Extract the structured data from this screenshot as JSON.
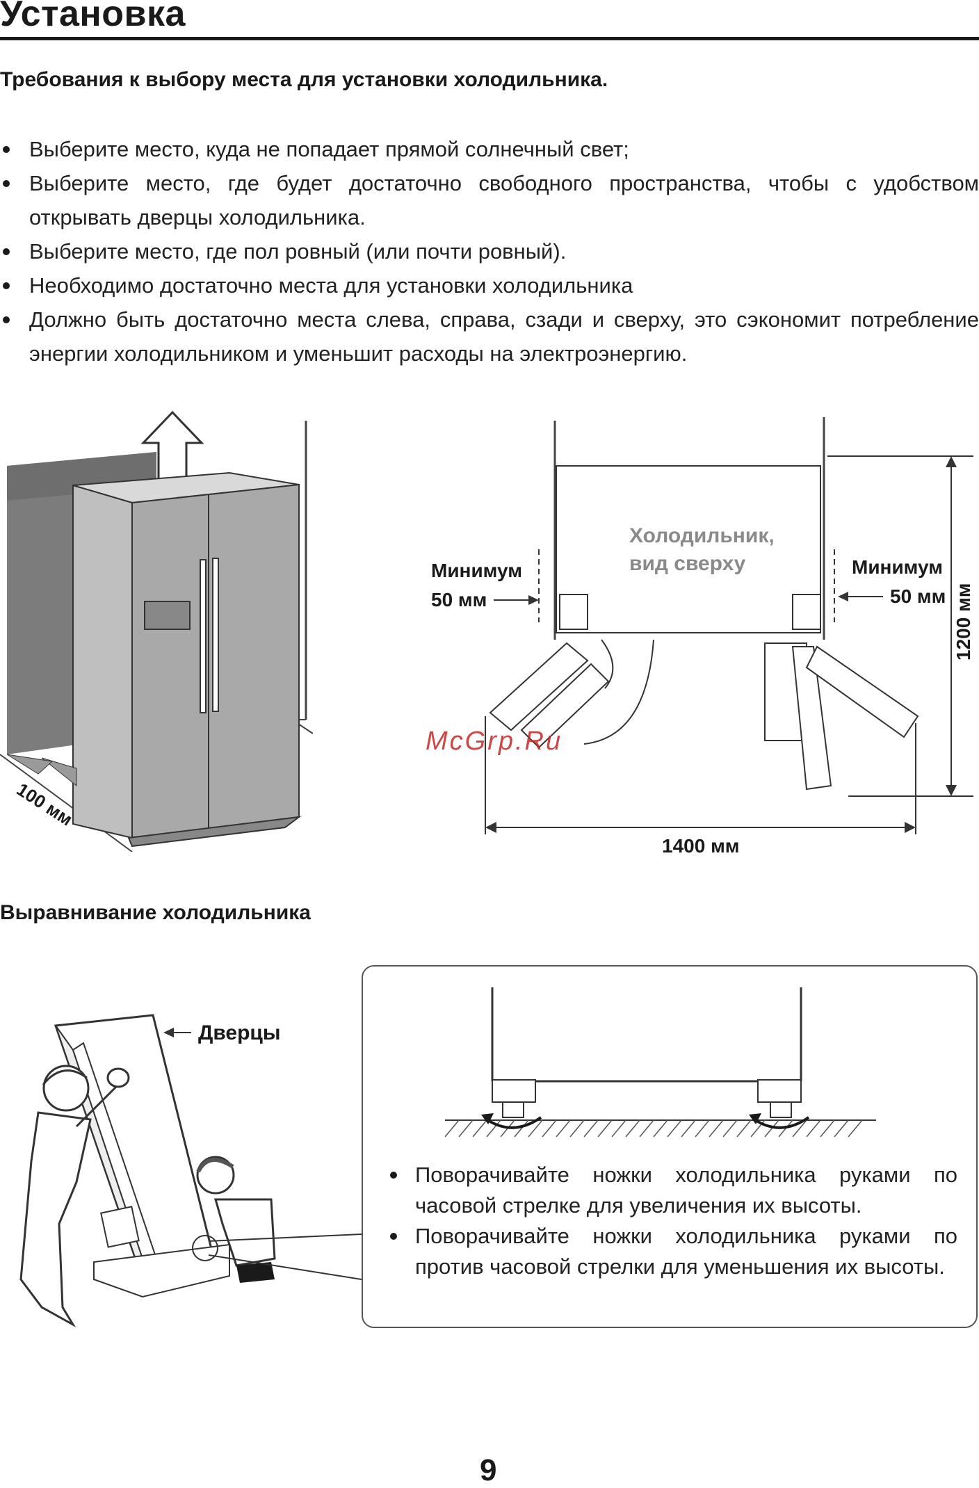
{
  "header": {
    "title": "Установка"
  },
  "placement": {
    "heading": "Требования к выбору места для установки холодильника.",
    "bullets": [
      "Выберите место, куда не попадает прямой солнечный свет;",
      "Выберите место, где будет достаточно свободного пространства, чтобы с удобством открывать дверцы холодильника.",
      "Выберите место, где пол ровный (или почти ровный).",
      "Необходимо достаточно места для установки холодильника",
      "Должно быть достаточно места слева, справа, сзади и сверху, это сэкономит потребление энергии холодильником и уменьшит расходы на электроэнергию."
    ]
  },
  "figure_clearance": {
    "label_100": "100 мм"
  },
  "figure_top_view": {
    "fridge_label_line1": "Холодильник,",
    "fridge_label_line2": "вид сверху",
    "min_left_line1": "Минимум",
    "min_left_line2": "50 мм",
    "min_right_line1": "Минимум",
    "min_right_line2": "50 мм",
    "depth_label": "1200 мм",
    "width_label": "1400 мм"
  },
  "leveling": {
    "heading": "Выравнивание холодильника",
    "doors_label": "Дверцы",
    "bullets": [
      "Поворачивайте ножки холодильника руками по часовой стрелке для увеличения их высоты.",
      "Поворачивайте ножки холодильника руками по против часовой стрелки для уменьшения их высоты."
    ]
  },
  "watermark": "McGrp.Ru",
  "footer": {
    "page_number": "9"
  }
}
